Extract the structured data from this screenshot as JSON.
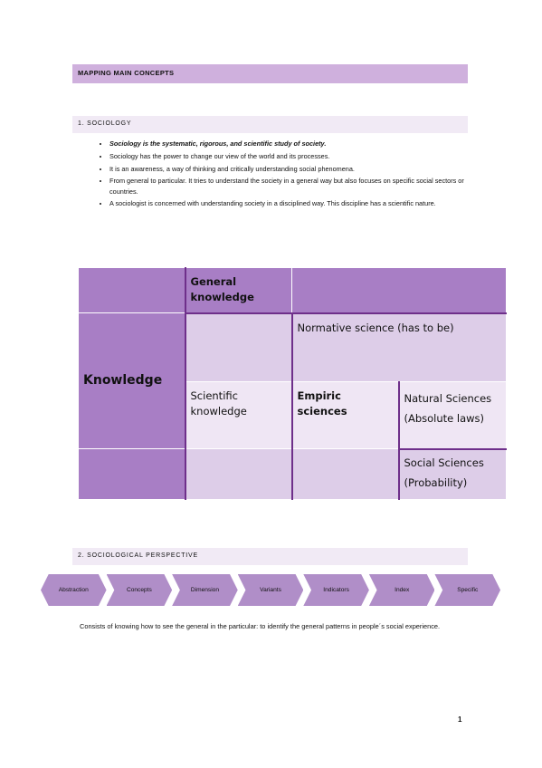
{
  "header": {
    "title": "MAPPING MAIN CONCEPTS"
  },
  "section1": {
    "heading": "1. SOCIOLOGY",
    "bullets": [
      "Sociology is the systematic, rigorous, and scientific study of society.",
      "Sociology has the power to change our view of the world and its processes.",
      "It is an awareness, a way of thinking and critically understanding social phenomena.",
      "From general to particular. It tries to understand the society in a general way but also focuses on specific social sectors or countries.",
      "A sociologist is concerned with understanding society in a disciplined way. This discipline has a scientific nature."
    ]
  },
  "table": {
    "knowledge": "Knowledge",
    "general_knowledge": "General knowledge",
    "normative_science": "Normative science (has to be)",
    "scientific_knowledge": "Scientific knowledge",
    "empiric_sciences": "Empiric sciences",
    "natural_sciences": "Natural Sciences",
    "natural_sub": "(Absolute laws)",
    "social_sciences": "Social Sciences",
    "social_sub": "(Probability)"
  },
  "section2": {
    "heading": "2. SOCIOLOGICAL PERSPECTIVE",
    "steps": [
      "Abstraction",
      "Concepts",
      "Dimension",
      "Variants",
      "Indicators",
      "Index",
      "Specific"
    ],
    "paragraph": "Consists of knowing how to see the general in the particular: to identify the general patterns in people´s social experience."
  },
  "footer": {
    "page_number": "1"
  },
  "colors": {
    "accent_dark": "#a87ec5",
    "accent_light": "#ddcde8",
    "banner": "#cfb0dd",
    "banner_light": "#f1eaf5"
  }
}
